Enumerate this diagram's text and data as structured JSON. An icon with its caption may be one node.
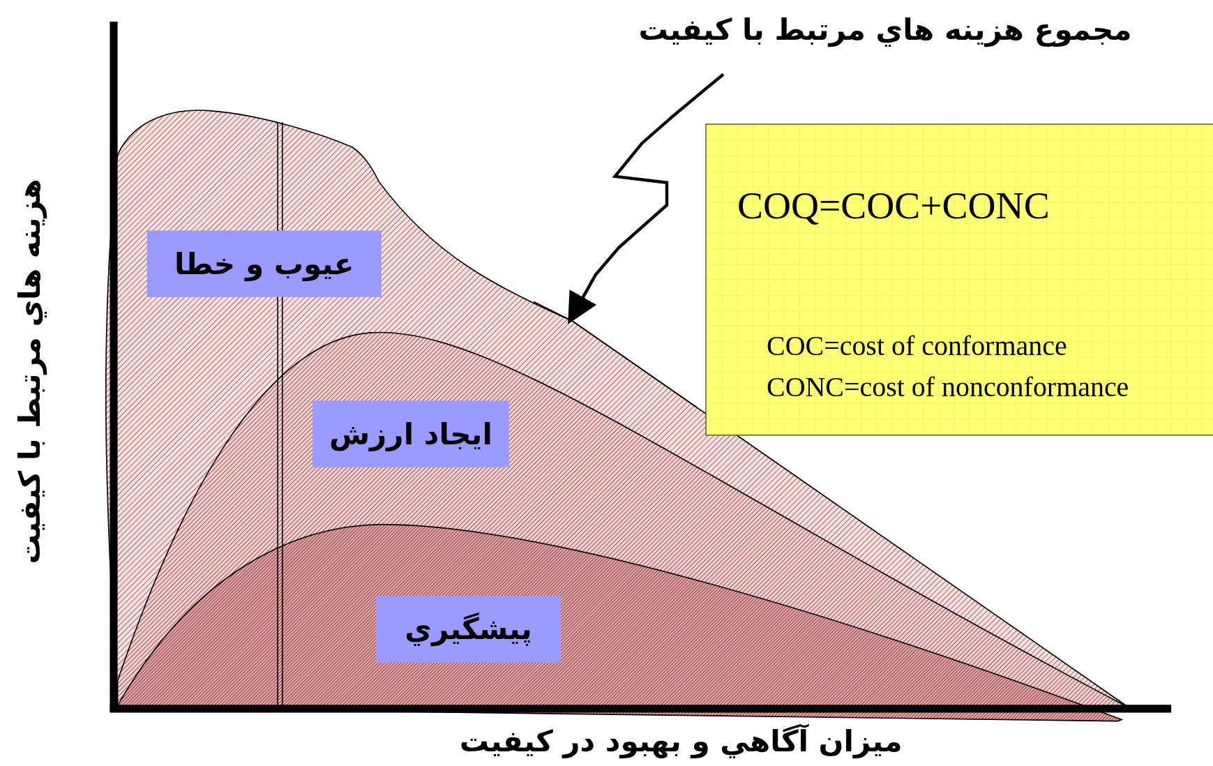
{
  "diagram": {
    "nodes": [
      {
        "text": [
          "مجموع هزينه هاي مرتبط با كيفيت"
        ]
      },
      {
        "text": [],
        "shape": "curve"
      },
      {
        "text": [
          "عيوب و خطا"
        ]
      },
      {
        "text": [
          "ايجاد ارزش"
        ]
      },
      {
        "text": [
          "پيشگيري"
        ]
      },
      {
        "text": [
          "COQ=COC+CONC",
          "COC=cost of conformance",
          "CONC=cost of nonconformance"
        ]
      }
    ],
    "edges": [
      {
        "from": 0,
        "to": 1,
        "arrow": "to"
      }
    ],
    "labels": [
      "هزينه هاي مرتبط با كيفيت",
      "ميزان آگاهي و بهبود در كيفيت"
    ]
  }
}
